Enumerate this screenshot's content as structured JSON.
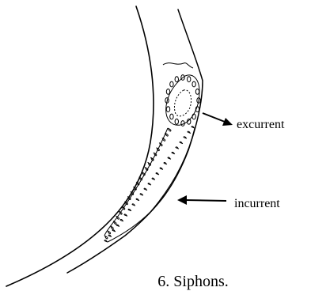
{
  "labels": {
    "excurrent": "excurrent",
    "incurrent": "incurrent"
  },
  "caption": "6. Siphons.",
  "colors": {
    "ink": "#000000",
    "background": "#ffffff"
  }
}
